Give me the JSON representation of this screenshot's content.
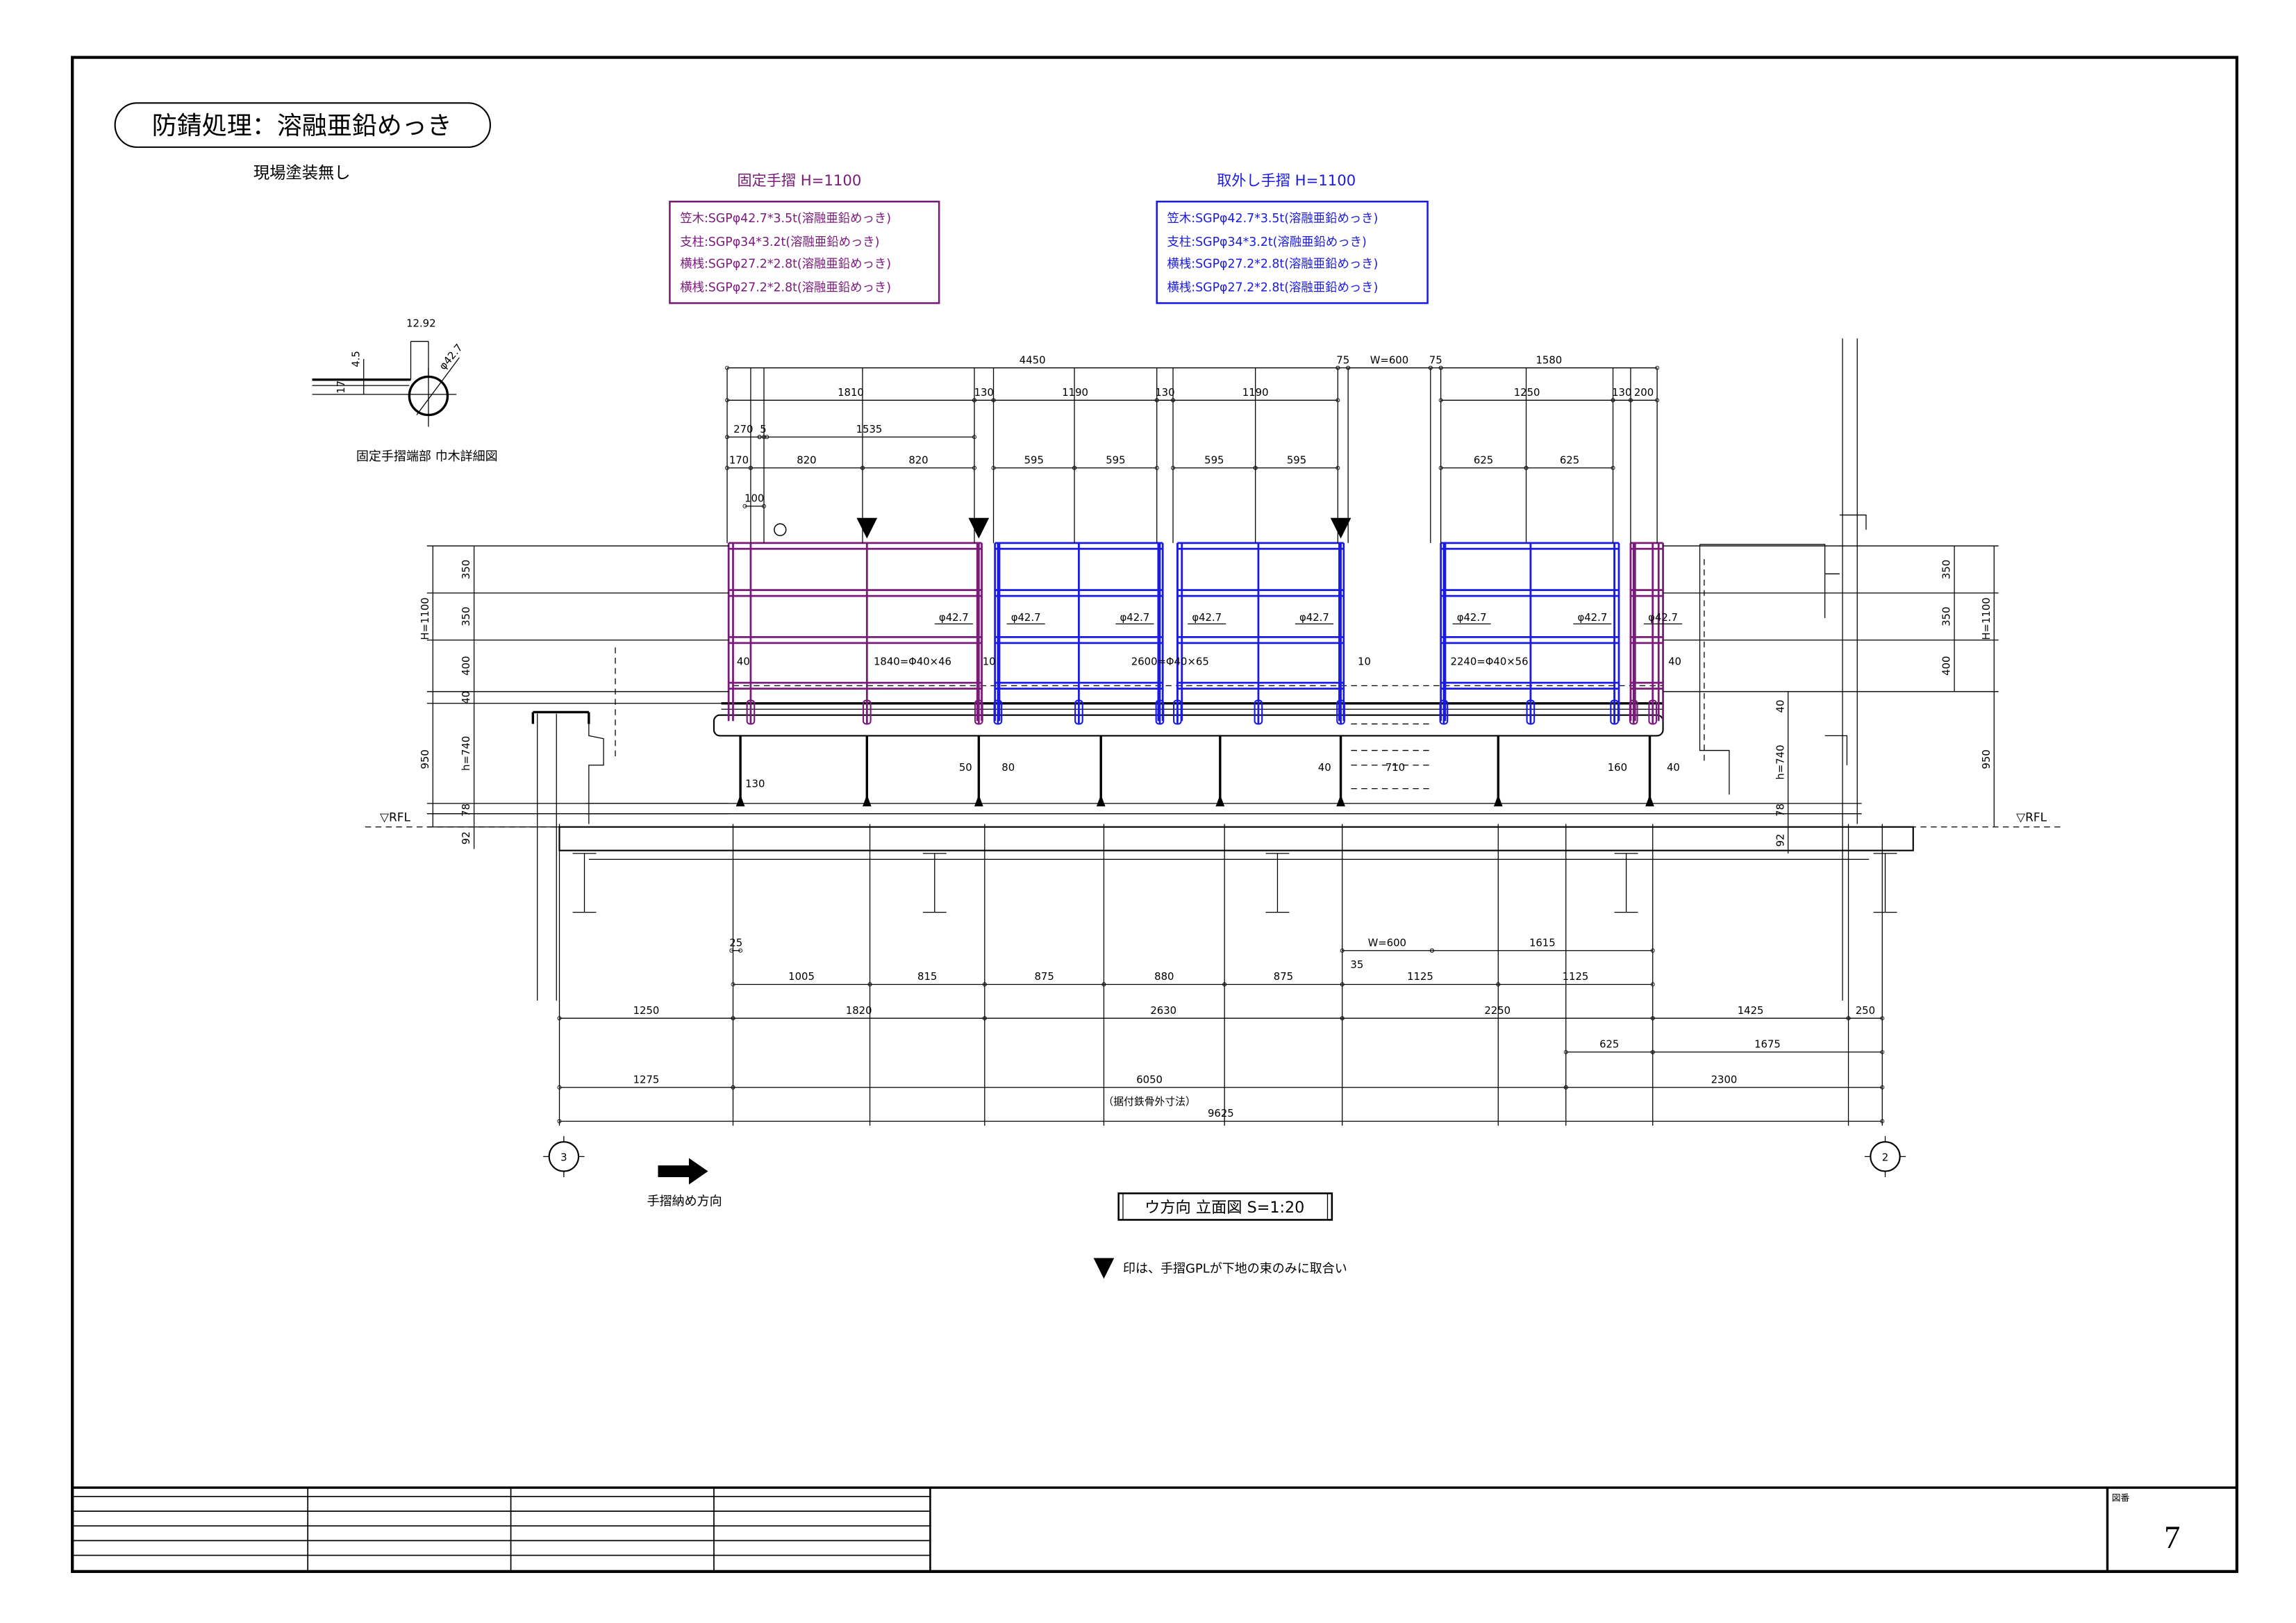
{
  "title_pill": "防錆処理：溶融亜鉛めっき",
  "subtitle": "現場塗装無し",
  "fixed_railing": {
    "title": "固定手摺 H=1100",
    "specs": [
      "笠木:SGPφ42.7*3.5t(溶融亜鉛めっき)",
      "支柱:SGPφ34*3.2t(溶融亜鉛めっき)",
      "横桟:SGPφ27.2*2.8t(溶融亜鉛めっき)",
      "横桟:SGPφ27.2*2.8t(溶融亜鉛めっき)"
    ]
  },
  "removable_railing": {
    "title": "取外し手摺 H=1100",
    "specs": [
      "笠木:SGPφ42.7*3.5t(溶融亜鉛めっき)",
      "支柱:SGPφ34*3.2t(溶融亜鉛めっき)",
      "横桟:SGPφ27.2*2.8t(溶融亜鉛めっき)",
      "横桟:SGPφ27.2*2.8t(溶融亜鉛めっき)"
    ]
  },
  "detail": {
    "caption": "固定手摺端部 巾木詳細図",
    "dims": [
      "12.92",
      "4.5",
      "17",
      "φ42.7"
    ]
  },
  "top_dims": [
    "4450",
    "75",
    "W=600",
    "75",
    "1580",
    "1810",
    "130",
    "1190",
    "130",
    "1190",
    "1250",
    "130",
    "200",
    "270",
    "5",
    "1535",
    "170",
    "820",
    "820",
    "595",
    "595",
    "595",
    "595",
    "625",
    "625",
    "100"
  ],
  "bottom_dims": [
    "25",
    "W=600",
    "1615",
    "1005",
    "815",
    "875",
    "880",
    "875",
    "1125",
    "1125",
    "1250",
    "1820",
    "2630",
    "2250",
    "1425",
    "250",
    "625",
    "1675",
    "1275",
    "6050",
    "2300",
    "9625"
  ],
  "bottom_extra": {
    "dim_35": "35",
    "note_6050": "（据付鉄骨外寸法）"
  },
  "left_dims": [
    "H=1100",
    "950",
    "350",
    "350",
    "400",
    "40",
    "h=740",
    "78",
    "92"
  ],
  "right_dims": [
    "350",
    "350",
    "400",
    "H=1100",
    "950"
  ],
  "right_inner_dims": [
    "40",
    "h=740",
    "78",
    "92"
  ],
  "inline_labels": [
    "φ42.7",
    "φ42.7",
    "φ42.7",
    "φ42.7",
    "φ42.7",
    "φ42.7",
    "φ42.7",
    "φ42.7",
    "40",
    "1840=Φ40×46",
    "10",
    "2600=Φ40×65",
    "10",
    "2240=Φ40×56",
    "40",
    "130",
    "50",
    "80",
    "40",
    "710",
    "160",
    "40"
  ],
  "level_label": "▽RFL",
  "grid_markers": [
    "3",
    "2"
  ],
  "arrow_label": "手摺納め方向",
  "view_title": "ウ方向 立面図 S=1:20",
  "note": "印は、手摺GPLが下地の束のみに取合い",
  "title_block": {
    "drawing_no_label": "図番",
    "drawing_no": "7"
  },
  "colors": {
    "fixed": "#7a1a7a",
    "removable": "#1a1ae6",
    "line": "#000000"
  }
}
